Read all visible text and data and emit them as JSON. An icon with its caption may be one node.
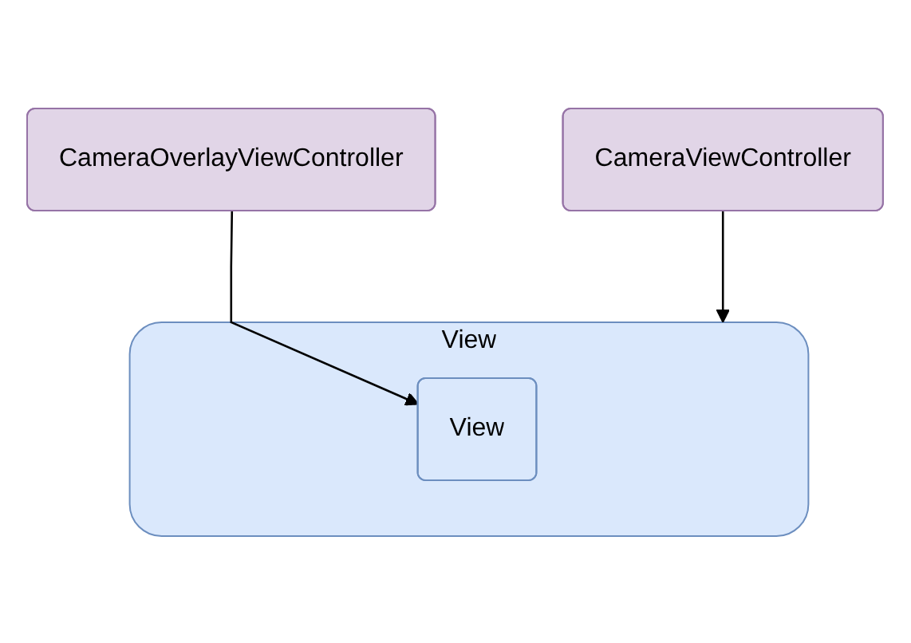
{
  "diagram": {
    "nodes": [
      {
        "text": [
          "CameraViewController"
        ]
      },
      {
        "text": [
          "CameraOverlayViewController"
        ]
      },
      {
        "text": [
          "View"
        ]
      },
      {
        "text": [
          "View"
        ],
        "in": 2
      }
    ],
    "edges": [
      {
        "from": 0,
        "to": 2,
        "arrow": "to"
      },
      {
        "from": 1,
        "to": 3,
        "arrow": "to"
      }
    ]
  }
}
